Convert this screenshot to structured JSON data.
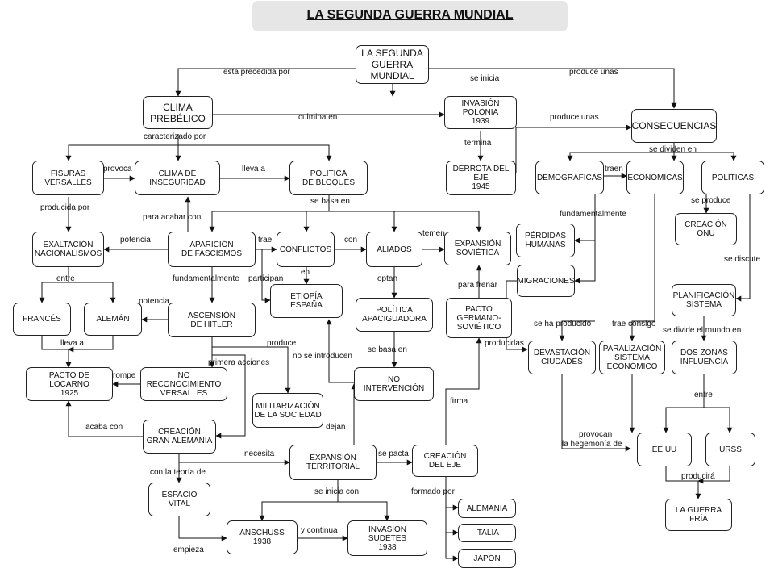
{
  "title": "LA SEGUNDA GUERRA MUNDIAL",
  "nodes": {
    "root": "LA SEGUNDA\nGUERRA\nMUNDIAL",
    "clima": "CLIMA\nPREBÉLICO",
    "invasion_polonia": "INVASIÓN\nPOLONIA\n1939",
    "consecuencias": "CONSECUENCIAS",
    "fisuras": "FISURAS\nVERSALLES",
    "clima_inseguridad": "CLIMA DE\nINSEGURIDAD",
    "politica_bloques": "POLÍTICA\nDE BLOQUES",
    "derrota": "DERROTA DEL\nEJE\n1945",
    "demograficas": "DEMOGRÁFICAS",
    "economicas": "ECONÓMICAS",
    "politicas": "POLÍTICAS",
    "exaltacion": "EXALTACIÓN\nNACIONALISMOS",
    "aparicion": "APARICIÓN\nDE FASCISMOS",
    "conflictos": "CONFLICTOS",
    "aliados": "ALIADOS",
    "expansion_sovietica": "EXPANSIÓN\nSOVIÉTICA",
    "perdidas": "PÉRDIDAS\nHUMANAS",
    "creacion_onu": "CREACIÓN\nONU",
    "migraciones": "MIGRACIONES",
    "etiopia": "ETIOPÍA\nESPAÑA",
    "frances": "FRANCÉS",
    "aleman": "ALEMÁN",
    "ascension": "ASCENSIÓN\nDE HITLER",
    "politica_apaciguadora": "POLÍTICA\nAPACIGUADORA",
    "pacto_germano": "PACTO\nGERMANO-\nSOVIÉTICO",
    "planificacion": "PLANIFICACIÓN\nSISTEMA",
    "devastacion": "DEVASTACIÓN\nCIUDADES",
    "paralizacion": "PARALIZACIÓN\nSISTEMA\nECONÓMICO",
    "dos_zonas": "DOS ZONAS\nINFLUENCIA",
    "locarno": "PACTO DE\nLOCARNO\n1925",
    "no_reconocimiento": "NO\nRECONOCIMIENTO\nVERSALLES",
    "no_intervencion": "NO\nINTERVENCIÓN",
    "militarizacion": "MILITARIZACIÓN\nDE LA SOCIEDAD",
    "gran_alemania": "CREACIÓN\nGRAN ALEMANIA",
    "eeuu": "EE UU",
    "urss": "URSS",
    "expansion_territorial": "EXPANSIÓN\nTERRITORIAL",
    "creacion_eje": "CREACIÓN\nDEL EJE",
    "espacio_vital": "ESPACIO\nVITAL",
    "guerra_fria": "LA GUERRA\nFRÍA",
    "alemania": "ALEMANIA",
    "anschuss": "ANSCHUSS\n1938",
    "sudetes": "INVASIÓN\nSUDETES\n1938",
    "italia": "ITALIA",
    "japon": "JAPÓN"
  },
  "labels": {
    "esta_precedida": "está precedida por",
    "se_inicia": "se inicia",
    "produce_unas_1": "produce unas",
    "culmina_en": "culmina en",
    "produce_unas_2": "produce unas",
    "caracterizado_por": "caracterizado por",
    "termina": "termina",
    "se_dividen_en": "se dividen en",
    "provoca": "provoca",
    "lleva_a_1": "lleva a",
    "traen": "traen",
    "se_basa_en_1": "se basa en",
    "producida_por": "producida por",
    "se_produce": "se produce",
    "fundamentalmente_1": "fundamentalmente",
    "para_acabar_con": "para acabar con",
    "temen": "temen",
    "potencia_1": "potencia",
    "trae": "trae",
    "con": "con",
    "se_discute": "se discute",
    "en": "en",
    "entre_1": "entre",
    "fundamentalmente_2": "fundamentalmente",
    "participan": "participan",
    "optan": "optan",
    "para_frenar": "para frenar",
    "potencia_2": "potencia",
    "se_ha_producido": "se ha producido",
    "trae_consigo": "trae consigo",
    "se_divide_el_mundo_en": "se divide el mundo en",
    "lleva_a_2": "lleva a",
    "produce": "produce",
    "producidas": "producidas",
    "no_se_introducen": "no se introducen",
    "se_basa_en_2": "se basa en",
    "primera_acciones": "primera acciones",
    "rompe": "rompe",
    "entre_2": "entre",
    "firma": "firma",
    "acaba_con": "acaba con",
    "dejan": "dejan",
    "provocan": "provocan",
    "la_hegemonia_de": "la hegemonía de",
    "necesita": "necesita",
    "se_pacta": "se pacta",
    "con_la_teoria_de": "con la teoría de",
    "producira": "producirá",
    "se_inicia_con": "se inicia con",
    "formado_por": "formado por",
    "y_continua": "y continua",
    "empieza": "empieza"
  }
}
